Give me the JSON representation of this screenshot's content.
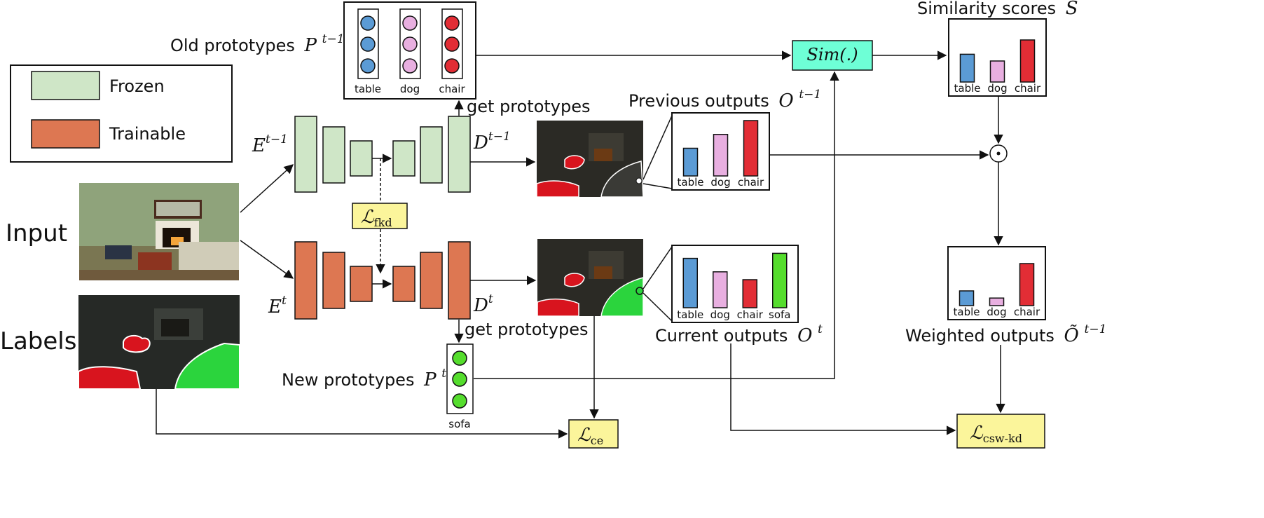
{
  "legend": {
    "frozen_label": "Frozen",
    "trainable_label": "Trainable"
  },
  "colors": {
    "frozen": "#cfe6c7",
    "trainable": "#dd7752",
    "loss_box": "#fbf59b",
    "sim_box": "#6effd6",
    "table": "#5b9bd5",
    "dog": "#e8afe0",
    "chair": "#e22d35",
    "sofa": "#55dd2d"
  },
  "labels": {
    "input": "Input",
    "labels": "Labels",
    "old_prototypes": "Old prototypes",
    "old_prototypes_sym": "P",
    "old_prototypes_sup": "t−1",
    "new_prototypes": "New prototypes",
    "new_prototypes_sym": "P",
    "new_prototypes_sup": "t",
    "get_prototypes_top": "get prototypes",
    "get_prototypes_bottom": "get prototypes",
    "previous_outputs": "Previous outputs",
    "previous_outputs_sym": "O",
    "previous_outputs_sup": "t−1",
    "current_outputs": "Current outputs",
    "current_outputs_sym": "O",
    "current_outputs_sup": "t",
    "similarity_scores": "Similarity scores",
    "similarity_scores_sym": "S",
    "weighted_outputs": "Weighted outputs",
    "weighted_outputs_sym": "Õ",
    "weighted_outputs_sup": "t−1",
    "encoder_old": "E",
    "encoder_old_sup": "t−1",
    "decoder_old": "D",
    "decoder_old_sup": "t−1",
    "encoder_new": "E",
    "encoder_new_sup": "t",
    "decoder_new": "D",
    "decoder_new_sup": "t",
    "sim_fn": "Sim(.)",
    "odot": "⊙"
  },
  "losses": {
    "fkd": {
      "sym": "ℒ",
      "sub": "fkd"
    },
    "ce": {
      "sym": "ℒ",
      "sub": "ce"
    },
    "csw": {
      "sym": "ℒ",
      "sub": "csw-kd"
    }
  },
  "prototype_classes_old": [
    "table",
    "dog",
    "chair"
  ],
  "prototype_classes_new": [
    "sofa"
  ],
  "previous_outputs_bars": {
    "categories": [
      "table",
      "dog",
      "chair"
    ],
    "values": [
      0.5,
      0.75,
      1.0
    ]
  },
  "current_outputs_bars": {
    "categories": [
      "table",
      "dog",
      "chair",
      "sofa"
    ],
    "values": [
      0.88,
      0.64,
      0.5,
      0.97
    ]
  },
  "similarity_bars": {
    "categories": [
      "table",
      "dog",
      "chair"
    ],
    "values": [
      0.66,
      0.5,
      1.0
    ]
  },
  "weighted_bars": {
    "categories": [
      "table",
      "dog",
      "chair"
    ],
    "values": [
      0.35,
      0.18,
      1.0
    ]
  }
}
